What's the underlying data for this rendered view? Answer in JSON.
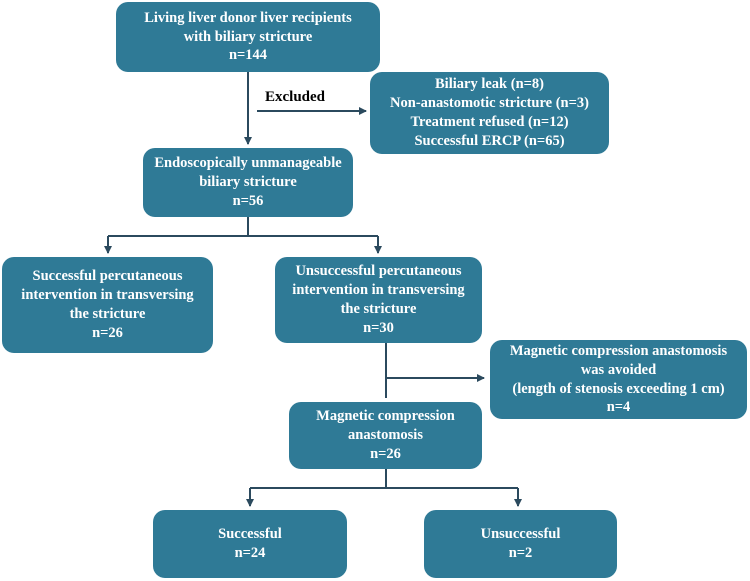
{
  "diagram": {
    "title_box": {
      "line1": "Living liver donor liver recipients",
      "line2": "with biliary stricture",
      "count": "n=144"
    },
    "excluded_label": "Excluded",
    "excluded_box": {
      "line1": "Biliary leak (n=8)",
      "line2": "Non-anastomotic stricture (n=3)",
      "line3": "Treatment refused (n=12)",
      "line4": "Successful ERCP (n=65)"
    },
    "endoscopic_box": {
      "line1": "Endoscopically unmanageable",
      "line2": "biliary stricture",
      "count": "n=56"
    },
    "percutaneous_success_box": {
      "line1": "Successful percutaneous",
      "line2": "intervention in transversing",
      "line3": "the stricture",
      "count": "n=26"
    },
    "percutaneous_fail_box": {
      "line1": "Unsuccessful percutaneous",
      "line2": "intervention in transversing",
      "line3": "the stricture",
      "count": "n=30"
    },
    "mca_avoided_box": {
      "line1": "Magnetic compression anastomosis",
      "line2": "was avoided",
      "line3": "(length of stenosis exceeding 1 cm)",
      "count": "n=4"
    },
    "mca_box": {
      "line1": "Magnetic compression",
      "line2": "anastomosis",
      "count": "n=26"
    },
    "successful_box": {
      "line1": "Successful",
      "count": "n=24"
    },
    "unsuccessful_box": {
      "line1": "Unsuccessful",
      "count": "n=2"
    },
    "colors": {
      "box_fill": "#2f7a96",
      "box_text": "#ffffff",
      "connector": "#2b4a5e"
    }
  }
}
